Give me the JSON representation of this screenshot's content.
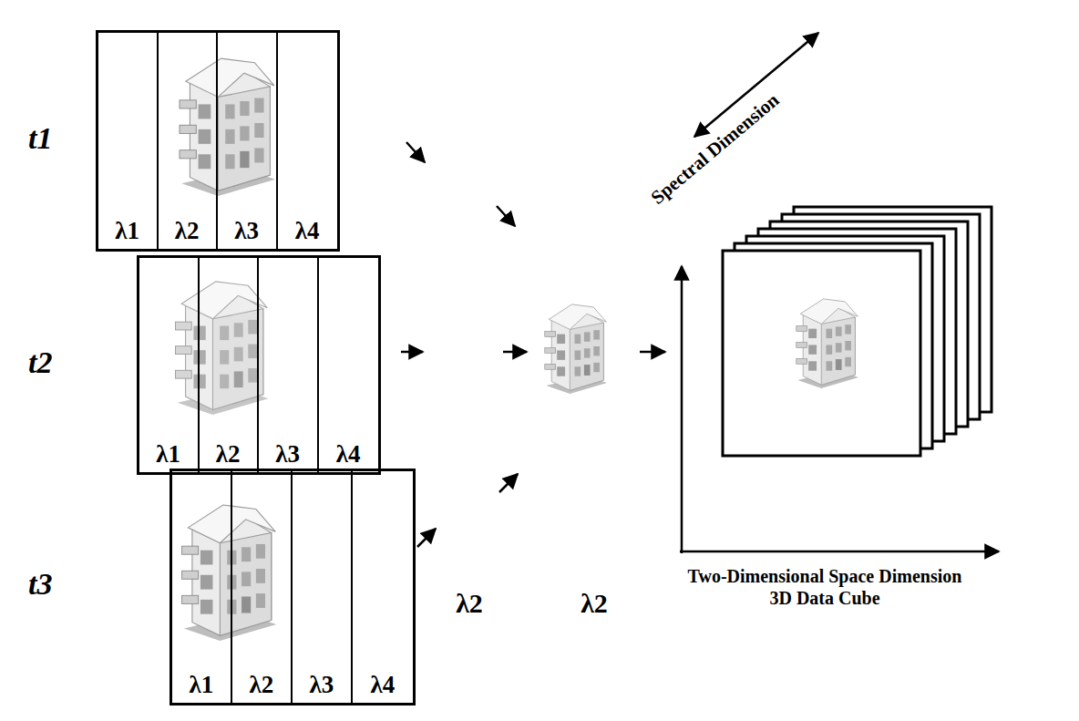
{
  "diagram": {
    "nodes": [
      {
        "text": [
          "t1"
        ]
      },
      {
        "text": [
          "λ1"
        ],
        "in": 0
      },
      {
        "text": [
          "λ2"
        ],
        "in": 0
      },
      {
        "text": [
          "λ3"
        ],
        "in": 0
      },
      {
        "text": [
          "λ4"
        ],
        "in": 0
      },
      {
        "text": [
          "t2"
        ]
      },
      {
        "text": [
          "λ1"
        ],
        "in": 5
      },
      {
        "text": [
          "λ2"
        ],
        "in": 5
      },
      {
        "text": [
          "λ3"
        ],
        "in": 5
      },
      {
        "text": [
          "λ4"
        ],
        "in": 5
      },
      {
        "text": [
          "t3"
        ]
      },
      {
        "text": [
          "λ1"
        ],
        "in": 10
      },
      {
        "text": [
          "λ2"
        ],
        "in": 10
      },
      {
        "text": [
          "λ3"
        ],
        "in": 10
      },
      {
        "text": [
          "λ4"
        ],
        "in": 10
      }
    ],
    "labels": [
      "Spectral Dimension",
      "Two-Dimensional Space Dimension",
      "3D Data Cube",
      "λ2",
      "λ2"
    ]
  }
}
